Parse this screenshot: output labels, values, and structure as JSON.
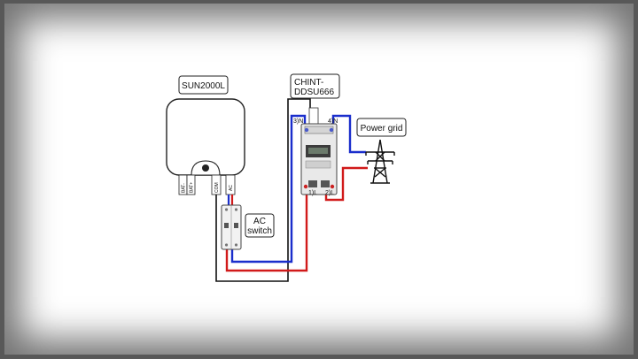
{
  "inverter": {
    "label": "SUN2000L",
    "ports": {
      "bat_minus": "BAT-",
      "bat_plus": "BAT+",
      "com": "COM",
      "ac": "AC"
    }
  },
  "meter": {
    "label_line1": "CHINT-",
    "label_line2": "DDSU666",
    "terminals": {
      "in_n": "3)N",
      "out_n": "4)N",
      "in_l": "1)L",
      "out_l": "2)L"
    }
  },
  "switch": {
    "label_line1": "AC",
    "label_line2": "switch"
  },
  "grid": {
    "label": "Power grid"
  },
  "colors": {
    "neutral_wire": "#1a2ecc",
    "live_wire": "#d11a1a",
    "comm_wire": "#111111"
  }
}
